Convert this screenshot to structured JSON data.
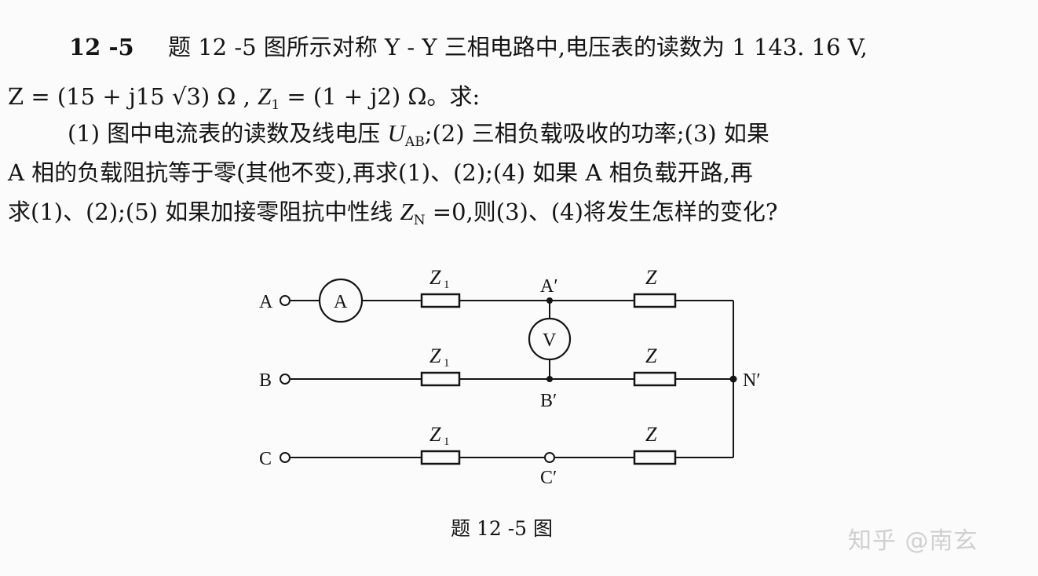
{
  "problem": {
    "number": "12 -5",
    "line1": "题 12 -5 图所示对称 Y - Y 三相电路中,电压表的读数为 1 143. 16 V,",
    "line2_pre": "Z = (15 + j15 √3) Ω , ",
    "line2_z1": "Z",
    "line2_z1_sub": "1",
    "line2_post": " = (1 + j2) Ω。求:",
    "line3_pre": "(1) 图中电流表的读数及线电压 ",
    "line3_u": "U",
    "line3_u_sub": "AB",
    "line3_post": ";(2) 三相负载吸收的功率;(3) 如果",
    "line4": "A 相的负载阻抗等于零(其他不变),再求(1)、(2);(4) 如果 A 相负载开路,再",
    "line5_pre": "求(1)、(2);(5) 如果加接零阻抗中性线 ",
    "line5_z": "Z",
    "line5_z_sub": "N",
    "line5_post": " =0,则(3)、(4)将发生怎样的变化?"
  },
  "figure": {
    "terminals": [
      "A",
      "B",
      "C"
    ],
    "ammeter": "A",
    "voltmeter": "V",
    "line_impedance": "Z",
    "line_impedance_sub": "1",
    "load_impedance": "Z",
    "node_a": "A′",
    "node_b": "B′",
    "node_c": "C′",
    "neutral": "N′",
    "caption": "题 12 -5 图"
  },
  "watermark": "知乎 @南玄"
}
